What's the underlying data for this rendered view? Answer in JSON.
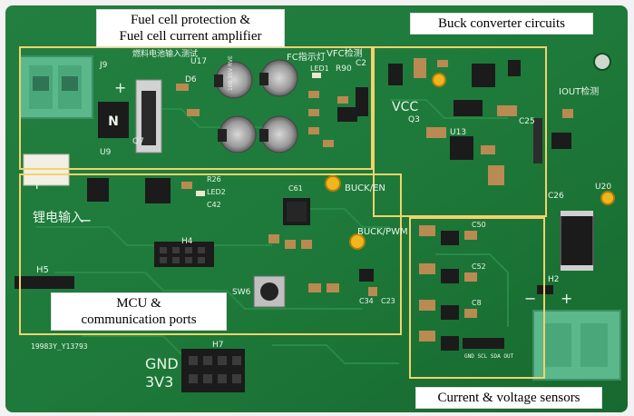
{
  "annotations": {
    "fuel_cell": [
      "Fuel cell protection &",
      "Fuel cell current amplifier"
    ],
    "buck": [
      "Buck converter circuits"
    ],
    "mcu": [
      "MCU &",
      "communication ports"
    ],
    "sensors": [
      "Current & voltage sensors"
    ]
  },
  "silkscreen": {
    "buck_en": "BUCK/EN",
    "buck_pwm": "BUCK/PWM",
    "gnd": "GND",
    "v3v3": "3V3",
    "vcc": "VCC",
    "iout": "IOUT检测",
    "vfc": "VFC检测",
    "fc_indicator": "FC指示灯",
    "li_input": "锂电输入",
    "fuel_input_test": "燃料电池输入测试",
    "date_code": "19983Y_Y13793",
    "h3_pins": "GND SCL SDA OUT",
    "h2": "H2",
    "h4": "H4",
    "h5": "H5",
    "h7": "H7",
    "j9": "J9",
    "u9": "U9",
    "u13": "U13",
    "u20": "U20",
    "u17": "U17",
    "q3": "Q3",
    "sw6": "SW6",
    "r90": "R90",
    "c25": "C25",
    "c26": "C26",
    "c2": "C2",
    "d6": "D6",
    "led1": "LED1",
    "led2": "LED2",
    "r26": "R26",
    "c42": "C42",
    "c61": "C61",
    "c34": "C34",
    "c23": "C23",
    "c50": "C50",
    "c52": "C52",
    "c8": "C8",
    "q7": "Q7",
    "n_mark": "N",
    "plus": "+",
    "minus": "−",
    "cap_text": "100 35V RVE"
  },
  "colors": {
    "pcb": "#1e7a3a",
    "pcb_dark": "#135a27",
    "highlight_box": "#f2d36a",
    "connector": "#5ab88a",
    "black_part": "#1b1b1b",
    "tp_yellow": "#f2b51c"
  }
}
